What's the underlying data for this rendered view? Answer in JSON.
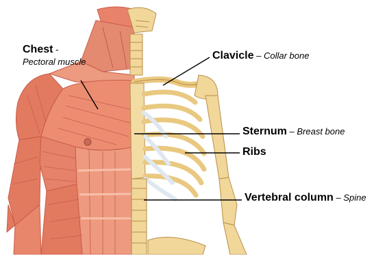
{
  "labels": {
    "chest": {
      "term": "Chest",
      "sep": " -",
      "desc": "Pectoral muscle"
    },
    "clavicle": {
      "term": "Clavicle",
      "sep": " – ",
      "desc": "Collar bone"
    },
    "sternum": {
      "term": "Sternum",
      "sep": " – ",
      "desc": "Breast bone"
    },
    "ribs": {
      "term": "Ribs"
    },
    "vertebral": {
      "term": "Vertebral column",
      "sep": " – ",
      "desc": "Spine"
    }
  },
  "colors": {
    "muscle": "#e9826a",
    "muscle_dark": "#c85c48",
    "muscle_light": "#f6b6a0",
    "bone": "#f1d79a",
    "bone_dark": "#d0a85c",
    "cartilage": "#dfe8f0",
    "leader_line": "#000000"
  }
}
